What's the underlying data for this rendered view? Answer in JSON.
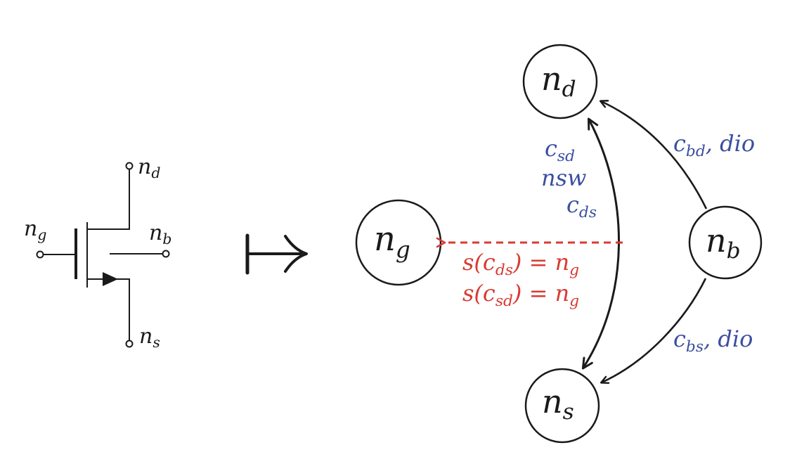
{
  "colors": {
    "ink": "#1a1a1a",
    "blue": "#3b4fa0",
    "red": "#d93a32"
  },
  "icons": {
    "mapsto": "maps-to-arrow-icon",
    "transistor": "mosfet-transistor-icon"
  },
  "transistor": {
    "drain": {
      "base": "n",
      "sub": "d"
    },
    "gate": {
      "base": "n",
      "sub": "g"
    },
    "body": {
      "base": "n",
      "sub": "b"
    },
    "source": {
      "base": "n",
      "sub": "s"
    }
  },
  "graph": {
    "nodes": {
      "nd": {
        "base": "n",
        "sub": "d"
      },
      "ng": {
        "base": "n",
        "sub": "g"
      },
      "nb": {
        "base": "n",
        "sub": "b"
      },
      "ns": {
        "base": "n",
        "sub": "s"
      }
    },
    "edges": {
      "ds": {
        "c_sd": {
          "base": "c",
          "sub": "sd"
        },
        "nsw": "nsw",
        "c_ds": {
          "base": "c",
          "sub": "ds"
        }
      },
      "bd": {
        "base": "c",
        "sub": "bd",
        "rest": ", dio"
      },
      "bs": {
        "base": "c",
        "sub": "bs",
        "rest": ", dio"
      }
    },
    "gate_map": {
      "line1": {
        "pre": "s(",
        "base": "c",
        "sub": "ds",
        "post": ") = ",
        "nbase": "n",
        "nsub": "g"
      },
      "line2": {
        "pre": "s(",
        "base": "c",
        "sub": "sd",
        "post": ") = ",
        "nbase": "n",
        "nsub": "g"
      }
    }
  }
}
